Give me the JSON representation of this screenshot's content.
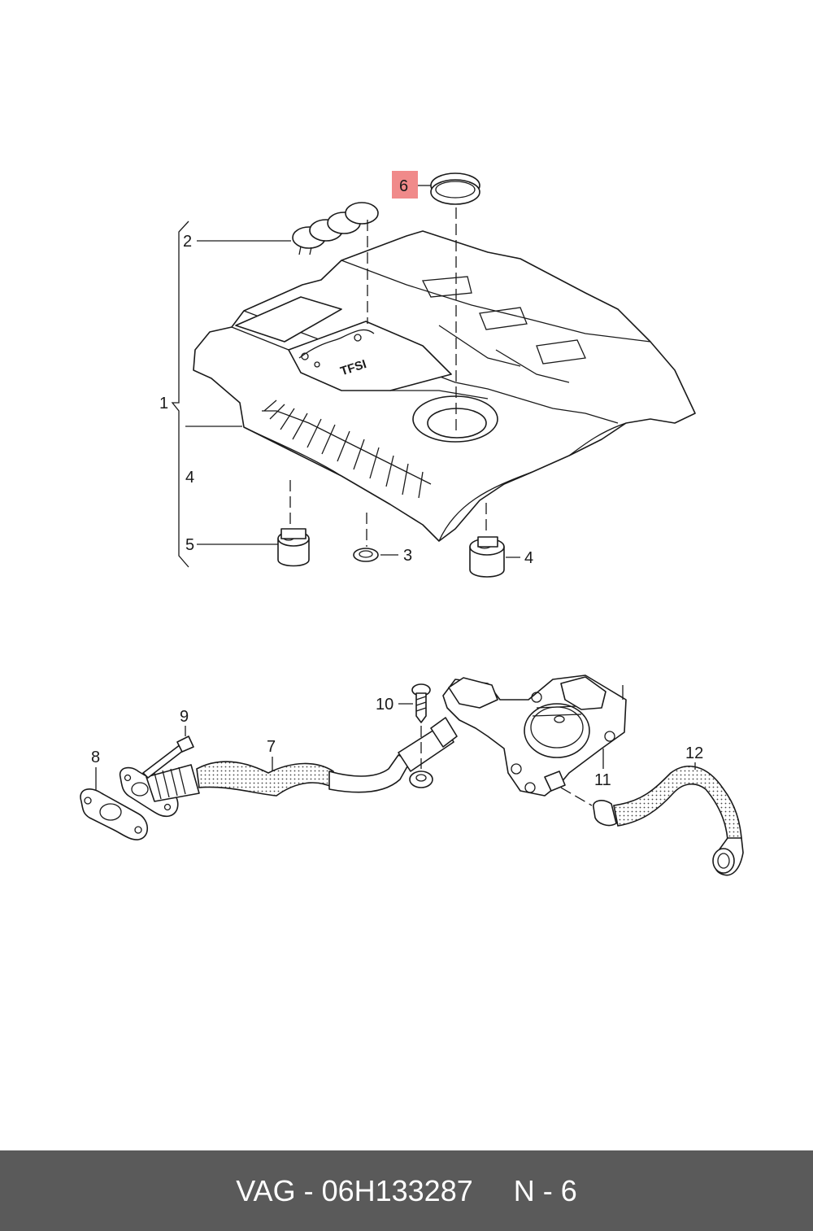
{
  "callouts": {
    "c1": "1",
    "c2": "2",
    "c3": "3",
    "c4a": "4",
    "c4b": "4",
    "c5": "5",
    "c6": "6",
    "c7": "7",
    "c8": "8",
    "c9": "9",
    "c10": "10",
    "c11": "11",
    "c12": "12"
  },
  "cover_badge": "TFSI",
  "highlight": {
    "part": "6",
    "color": "#f08a8a"
  },
  "footer": {
    "text": "VAG - 06H133287     N - 6",
    "background": "#5a5a5a",
    "color": "#ffffff"
  }
}
